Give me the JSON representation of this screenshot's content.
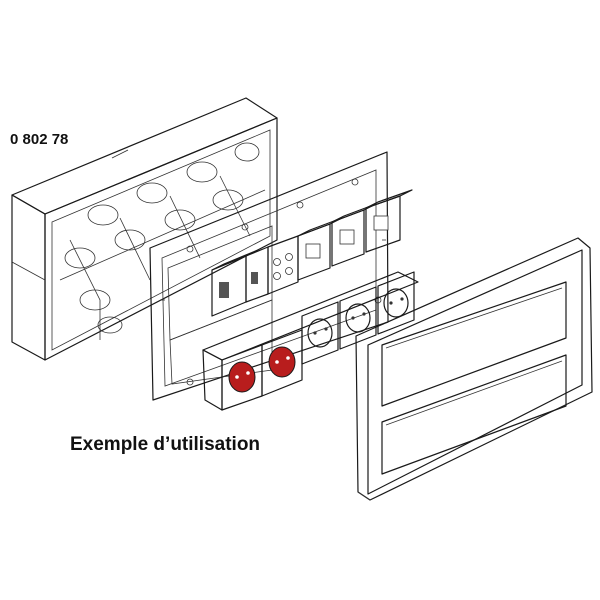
{
  "product_reference": "0 802 78",
  "caption": "Exemple d’utilisation",
  "colors": {
    "socket_red": "#e22a2a",
    "socket_red_dark": "#b81d1d",
    "line": "#1a1a1a",
    "background": "#ffffff"
  },
  "parts": [
    "flush-mounting-box",
    "support-frame",
    "modules",
    "cover-plate"
  ]
}
